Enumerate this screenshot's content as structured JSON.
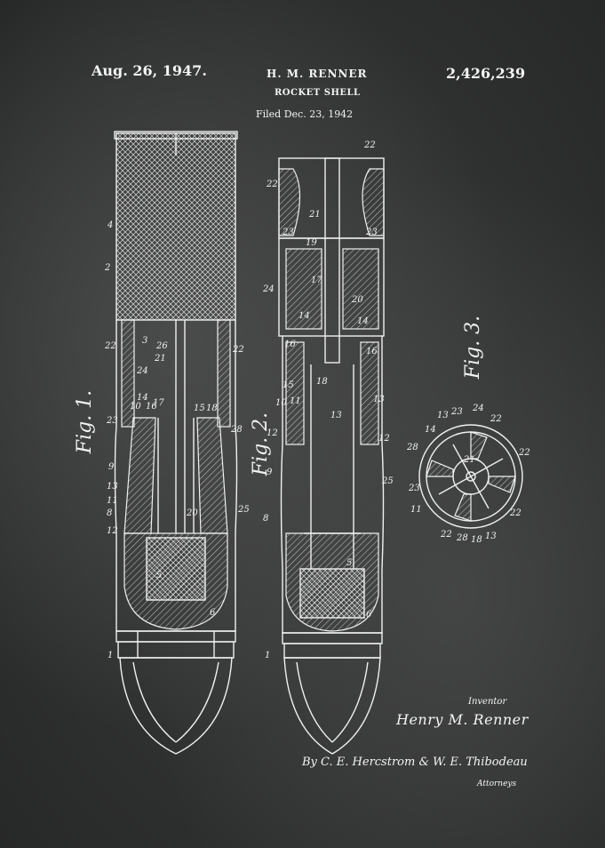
{
  "header": {
    "date": "Aug. 26, 1947.",
    "inventor": "H. M. RENNER",
    "title": "ROCKET SHELL",
    "filed": "Filed Dec. 23, 1942",
    "patent_number": "2,426,239"
  },
  "figures": {
    "fig1": "Fig. 1.",
    "fig2": "Fig. 2.",
    "fig3": "Fig. 3."
  },
  "signature": {
    "inventor_caption": "Inventor",
    "inventor_name": "Henry M. Renner",
    "attorneys": "By C. E. Hercstrom & W. E. Thibodeau",
    "attorneys_caption": "Attorneys"
  },
  "colors": {
    "background": "#3a3b3b",
    "ink": "#f0f0f0"
  },
  "ref_numerals": {
    "fig1": [
      "4",
      "2",
      "22",
      "3",
      "24",
      "21",
      "26",
      "22",
      "14",
      "10",
      "16",
      "17",
      "23",
      "9",
      "13",
      "11",
      "8",
      "12",
      "28",
      "20",
      "25",
      "15",
      "18",
      "5",
      "6",
      "1"
    ],
    "fig2": [
      "22",
      "22",
      "21",
      "23",
      "23",
      "19",
      "24",
      "17",
      "20",
      "14",
      "14",
      "16",
      "16",
      "18",
      "10",
      "11",
      "13",
      "15",
      "13",
      "12",
      "12",
      "9",
      "25",
      "8",
      "5",
      "6",
      "1"
    ],
    "fig3": [
      "14",
      "13",
      "23",
      "24",
      "22",
      "28",
      "21",
      "22",
      "23",
      "11",
      "22",
      "28",
      "18",
      "13",
      "22"
    ]
  }
}
